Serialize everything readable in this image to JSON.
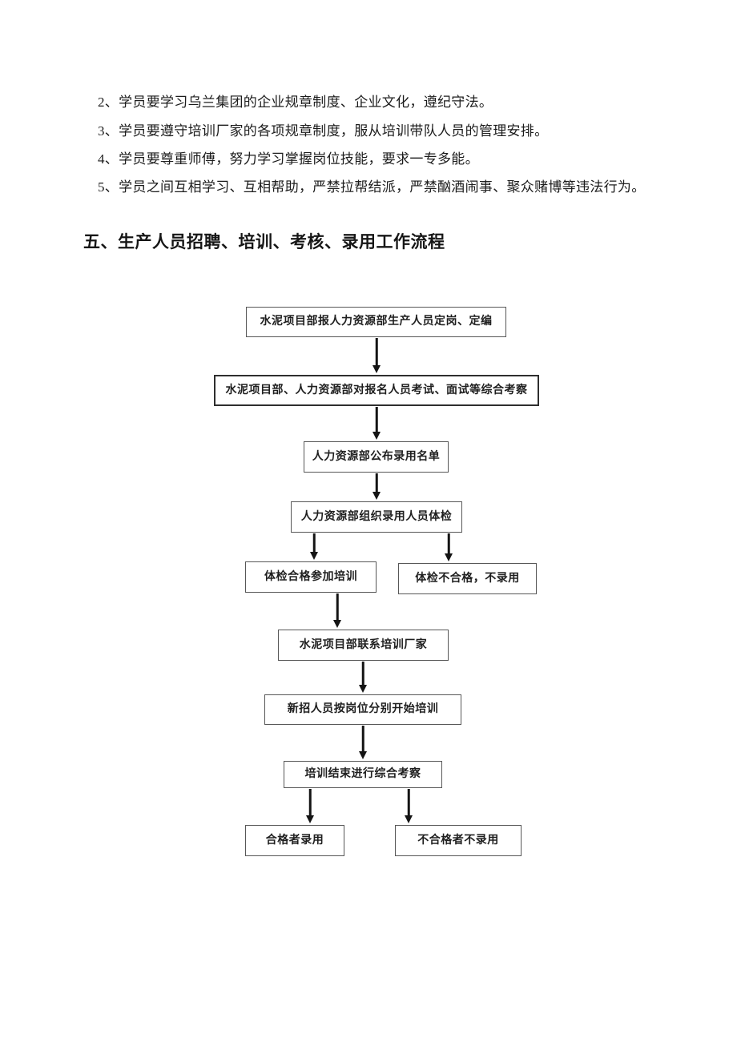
{
  "document": {
    "list_items": [
      "2、学员要学习乌兰集团的企业规章制度、企业文化，遵纪守法。",
      "3、学员要遵守培训厂家的各项规章制度，服从培训带队人员的管理安排。",
      "4、学员要尊重师傅，努力学习掌握岗位技能，要求一专多能。",
      "5、学员之间互相学习、互相帮助，严禁拉帮结派，严禁酗酒闹事、聚众赌博等违法行为。"
    ],
    "section_heading": "五、生产人员招聘、培训、考核、录用工作流程"
  },
  "flowchart": {
    "title": "生产人员招聘、培训、考核、录用工作流程",
    "nodes": [
      {
        "id": 1,
        "label": "水泥项目部报人力资源部生产人员定岗、定编"
      },
      {
        "id": 2,
        "label": "水泥项目部、人力资源部对报名人员考试、面试等综合考察"
      },
      {
        "id": 3,
        "label": "人力资源部公布录用名单"
      },
      {
        "id": 4,
        "label": "人力资源部组织录用人员体检"
      },
      {
        "id": 5,
        "label": "体检合格参加培训"
      },
      {
        "id": 6,
        "label": "体检不合格，不录用"
      },
      {
        "id": 7,
        "label": "水泥项目部联系培训厂家"
      },
      {
        "id": 8,
        "label": "新招人员按岗位分别开始培训"
      },
      {
        "id": 9,
        "label": "培训结束进行综合考察"
      },
      {
        "id": 10,
        "label": "合格者录用"
      },
      {
        "id": 11,
        "label": "不合格者不录用"
      }
    ],
    "edges": [
      "1→2",
      "2→3",
      "3→4",
      "4→5",
      "4→6",
      "5→7",
      "7→8",
      "8→9",
      "9→10",
      "9→11"
    ]
  },
  "colors": {
    "background": "#ffffff",
    "text": "#1a1a1a",
    "box_border": "#575757",
    "box_border_emphasis": "#2e2e2e",
    "arrow": "#141414"
  }
}
